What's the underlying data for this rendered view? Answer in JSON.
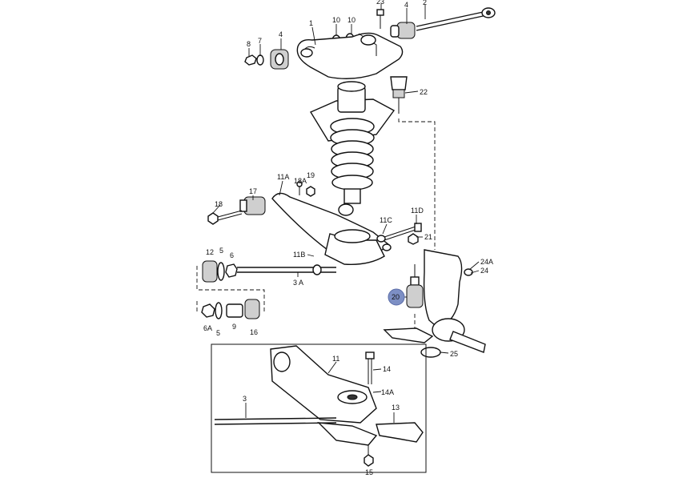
{
  "labels": {
    "l1": "1",
    "l2": "2",
    "l3": "3",
    "l3a": "3 A",
    "l4a": "4",
    "l4b": "4",
    "l5a": "5",
    "l5b": "5",
    "l6": "6",
    "l6a": "6A",
    "l7": "7",
    "l8": "8",
    "l9": "9",
    "l10a": "10",
    "l10b": "10",
    "l11": "11",
    "l11a": "11A",
    "l11b": "11B",
    "l11c": "11C",
    "l11d": "11D",
    "l12": "12",
    "l13": "13",
    "l14": "14",
    "l14a": "14A",
    "l15": "15",
    "l16": "16",
    "l17": "17",
    "l18": "18",
    "l18a": "18A",
    "l19": "19",
    "l20": "20",
    "l21": "21",
    "l22": "22",
    "l23": "23",
    "l24": "24",
    "l24a": "24A",
    "l25": "25"
  },
  "highlight": {
    "part": "20",
    "color": "#7d8fc4"
  }
}
